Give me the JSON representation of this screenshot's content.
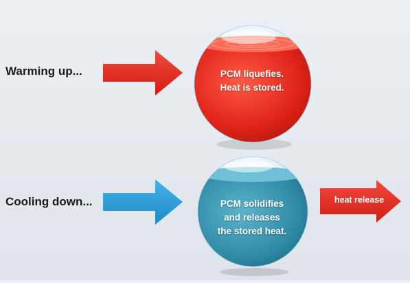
{
  "rows": [
    {
      "label": "Warming up...",
      "sphere_text": [
        "PCM liquefies.",
        "Heat is stored."
      ]
    },
    {
      "label": "Cooling down...",
      "sphere_text": [
        "PCM solidifies",
        "and releases",
        "the stored heat."
      ]
    }
  ],
  "release_arrow_label": "heat release",
  "colors": {
    "warm_arrow": "#e8312a",
    "cool_arrow": "#2b9fd9",
    "warm_sphere": "#e02a1f",
    "cool_sphere": "#2f8aa6",
    "release_arrow": "#e8312a"
  },
  "icons": [
    "right-arrow-icon",
    "right-arrow-icon",
    "right-arrow-icon"
  ]
}
